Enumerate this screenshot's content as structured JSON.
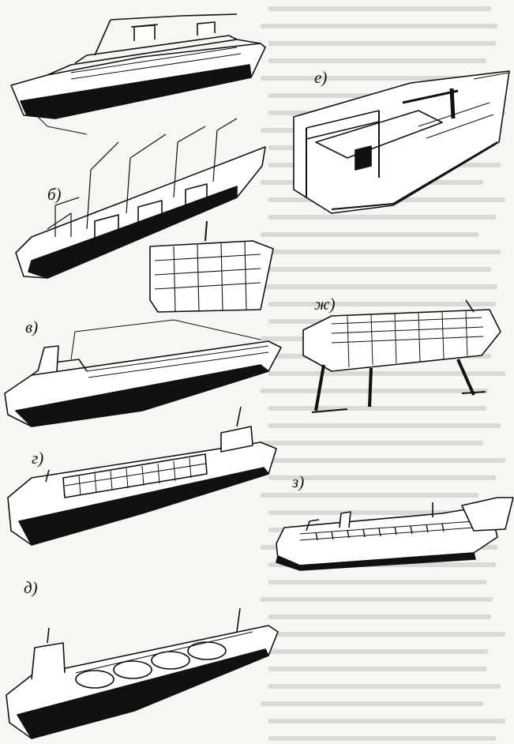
{
  "figure": {
    "labels": {
      "b": "б)",
      "v": "в)",
      "g": "г)",
      "d": "д)",
      "e": "е)",
      "zh": "ж)",
      "z": "з)"
    },
    "ink_color": "#111111",
    "paper_color": "#f7f6f2"
  }
}
